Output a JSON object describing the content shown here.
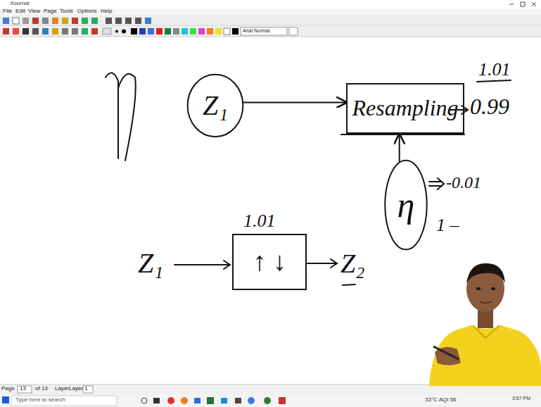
{
  "diagram": {
    "nodes": [
      {
        "text": [
          "Z₁"
        ]
      },
      {
        "text": [
          "Resampling"
        ]
      },
      {
        "text": [
          "η"
        ]
      },
      {
        "text": [
          "1.01",
          "↑ ↓"
        ]
      }
    ],
    "edges": [
      {
        "from": 0,
        "to": 1,
        "arrow": "to"
      },
      {
        "from": 2,
        "to": 1,
        "arrow": "to"
      }
    ],
    "labels": [
      "Xournal",
      "File",
      "Edit",
      "View",
      "Page",
      "Tools",
      "Options",
      "Help",
      "Arial Normal",
      "η",
      "1.01",
      "0.99",
      "-0.01",
      "1 –",
      "Z₁",
      "Z₂",
      "Page",
      "13",
      "of 13",
      "Layer:",
      "Layer 1",
      "Type here to search",
      "33°C AQI 56",
      "3:57 PM"
    ]
  }
}
